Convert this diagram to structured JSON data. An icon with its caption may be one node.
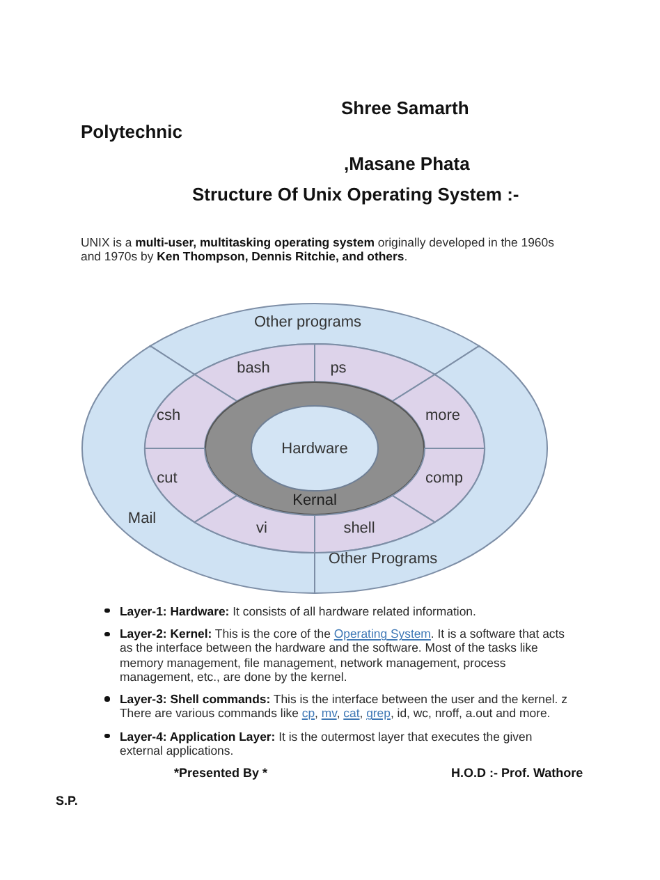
{
  "diagram": {
    "title": "Structure Of Unix Operating System :-",
    "nodes": [
      {
        "text": [
          "Other programs"
        ]
      },
      {
        "text": [
          "bash"
        ]
      },
      {
        "text": [
          "ps"
        ]
      },
      {
        "text": [
          "csh"
        ]
      },
      {
        "text": [
          "more"
        ]
      },
      {
        "text": [
          "Kernal"
        ]
      },
      {
        "text": [
          "Hardware"
        ],
        "in": 5
      },
      {
        "text": [
          "cut"
        ]
      },
      {
        "text": [
          "comp"
        ]
      },
      {
        "text": [
          "Mail"
        ]
      },
      {
        "text": [
          "vi"
        ]
      },
      {
        "text": [
          "shell"
        ]
      },
      {
        "text": [
          "Other Programs"
        ]
      }
    ],
    "labels": [
      "Shree Samarth Polytechnic",
      ",Masane Phata",
      "UNIX is a **multi-user, multitasking operating system** originally developed in the 1960s and 1970s by **Ken Thompson, Dennis Ritchie, and others**.",
      "**Layer-1: Hardware:** It consists of all hardware related information.",
      "**Layer-2: Kernel:** This is the core of the Operating System. It is a software that acts as the interface between the hardware and the software. Most of the tasks like memory management, file management, network management, process management, etc., are done by the kernel.",
      "**Layer-3: Shell commands:** This is the interface between the user and the kernel. z There are various commands like cp, mv, cat, grep, id, wc, nroff, a.out and more.",
      "**Layer-4: Application Layer:** It is the outermost layer that executes the given external applications.",
      "*Presented By *",
      "H.O.D :- Prof. Wathore",
      "S.P."
    ]
  }
}
